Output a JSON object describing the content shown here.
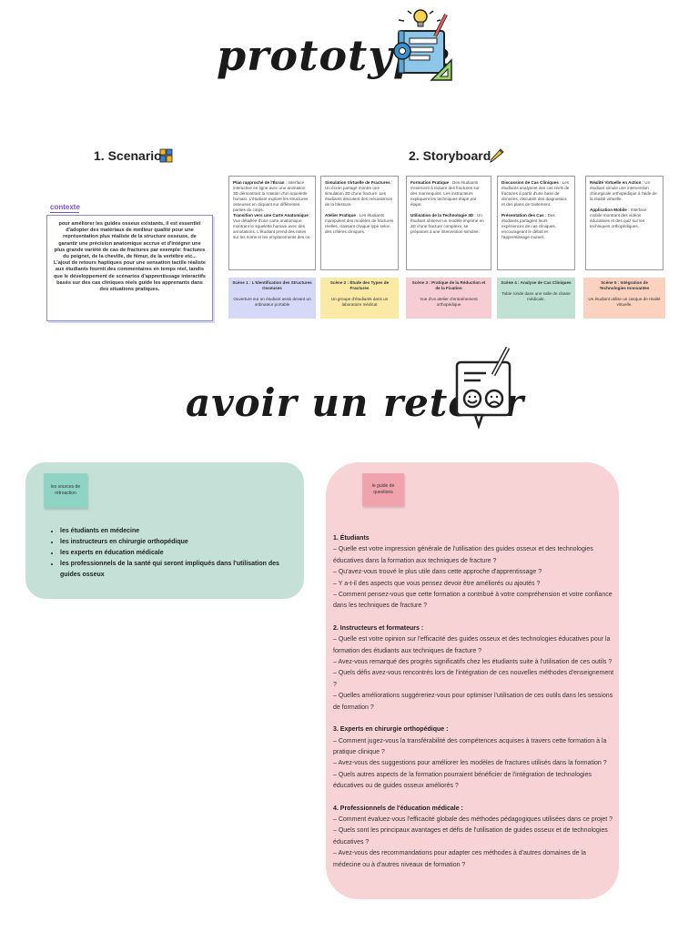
{
  "header": {
    "title": "prototype"
  },
  "scenario": {
    "heading": "1. Scenario",
    "context_label": "contexte",
    "context_p1": "pour améliorer les guides osseux existants, il est essentiel d'adopter des matériaux de meilleur qualité pour une représentation plus réaliste de la structure osseuse, de garantir une précision anatomique accrue et d'intégrer une plus grande variété de cas de fractures par exemple: fractures du poignet, de la cheville, de fémur, de la vertèbre etc...",
    "context_p2": "L'ajout de retours haptiques pour une sensation tactile réaliste aux étudiants fournit des commentaires en temps réel, tandis que le développement de scénarios d'apprentissage interactifs basés sur des cas cliniques réels guide les apprenants dans des situations pratiques."
  },
  "storyboard": {
    "heading": "2. Storyboard",
    "cards": [
      {
        "t1": "Plan rapproché de l'Écran",
        "b1": " : Interface interactive en ligne avec une animation 3D démontrant la rotation d'un squelette humain. L'étudiant explore les structures osseuses en cliquant sur différentes parties du corps.",
        "t2": "Transition vers une Carte Anatomique",
        "b2": " : Vue détaillée d'une carte anatomique montrant le squelette humain avec des annotations. L'étudiant prend des notes sur les noms et les emplacements des os."
      },
      {
        "t1": "Simulation Virtuelle de Fractures",
        "b1": " : Un écran partagé montre une simulation 3D d'une fracture. Les étudiants discutent des mécanismes de la blessure.",
        "t2": "Atelier Pratique",
        "b2": " : Les étudiants manipulent des modèles de fractures réelles, classant chaque type selon des critères cliniques."
      },
      {
        "t1": "Formation Pratique",
        "b1": " : Des étudiants s'exercent à réduire des fractures sur des mannequins. Les instructeurs expliquent les techniques étape par étape.",
        "t2": "Utilisation de la Technologie 3D",
        "b2": " : Un étudiant observe un modèle imprimé en 3D d'une fracture complexe, se préparant à une intervention simulée."
      },
      {
        "t1": "Discussion de Cas Cliniques",
        "b1": " : Les étudiants analysent des cas réels de fractures à partir d'une base de données, discutant des diagnostics et des plans de traitement.",
        "t2": "Présentation des Cas",
        "b2": " : Des étudiants partagent leurs expériences de cas cliniques, encourageant le débat et l'apprentissage mutuel."
      },
      {
        "t1": "Réalité Virtuelle en Action",
        "b1": " : Un étudiant simule une intervention chirurgicale orthopédique à l'aide de la réalité virtuelle.",
        "t2": "Application Mobile",
        "b2": " : Interface mobile montrant des vidéos éducatives et des quiz sur les techniques orthopédiques."
      }
    ],
    "scenes": [
      {
        "title": "Scène 1 : L'Identification des Structures Osseuses",
        "body": "Ouverture sur un étudiant assis devant un ordinateur portable",
        "color": "#d5d9f7"
      },
      {
        "title": "Scène 2 : Étude des Types de Fractures",
        "body": "Un groupe d'étudiants dans un laboratoire médical",
        "color": "#fbeaa6"
      },
      {
        "title": "Scène 3 : Pratique de la Réduction et de la Fixation",
        "body": "Vue d'un atelier d'entraînement orthopédique",
        "color": "#f6cdd2"
      },
      {
        "title": "Scène 4 : Analyse de Cas Cliniques",
        "body": "Table ronde dans une salle de classe médicale.",
        "color": "#bfe2d5"
      },
      {
        "title": "Scène 5 : Intégration de Technologies Innovantes",
        "body": "Un étudiant utilise un casque de réalité virtuelle.",
        "color": "#fbd2bf"
      }
    ]
  },
  "feedback": {
    "title": "avoir un retour",
    "sources_label": "les sources de rétroaction",
    "sources": [
      "les étudiants en médecine",
      "les instructeurs en chirurgie orthopédique",
      "les experts en éducation médicale",
      "les professionnels de la santé qui seront impliqués dans l'utilisation des guides osseux"
    ],
    "guide_label": "le guide de questions",
    "guide": [
      {
        "h": "1. Étudiants",
        "q": [
          "    – Quelle est votre impression générale de l'utilisation des guides osseux et des technologies éducatives dans la formation aux techniques de fracture ?",
          "    – Qu'avez-vous trouvé le plus utile dans cette approche d'apprentissage ?",
          "    – Y a-t-il des aspects que vous pensez devoir être améliorés ou ajoutés ?",
          "    – Comment pensez-vous que cette formation a contribué à votre compréhension et votre confiance dans les techniques de fracture ?"
        ]
      },
      {
        "h": "2. Instructeurs et formateurs :",
        "q": [
          "    – Quelle est votre opinion sur l'efficacité des guides osseux et des technologies éducatives pour la formation des étudiants aux techniques de fracture ?",
          "    – Avez-vous remarqué des progrès significatifs chez les étudiants suite à l'utilisation de ces outils ?",
          "    – Quels défis avez-vous rencontrés lors de l'intégration de ces nouvelles méthodes d'enseignement ?",
          "    – Quelles améliorations suggéreriez-vous pour optimiser l'utilisation de ces outils dans les sessions de formation ?"
        ]
      },
      {
        "h": "3. Experts en chirurgie orthopédique :",
        "q": [
          "    – Comment jugez-vous la transférabilité des compétences acquises à travers cette formation à la pratique clinique ?",
          "    – Avez-vous des suggestions pour améliorer les modèles de fractures utilisés dans la formation ?",
          "    – Quels autres aspects de la formation pourraient bénéficier de l'intégration de technologies éducatives ou de guides osseux améliorés ?"
        ]
      },
      {
        "h": "4. Professionnels de l'éducation médicale :",
        "q": [
          "    – Comment évaluez-vous l'efficacité globale des méthodes pédagogiques utilisées dans ce projet ?",
          "    – Quels sont les principaux avantages et défis de l'utilisation de guides osseux et de technologies éducatives ?",
          "    – Avez-vous des recommandations pour adapter ces méthodes à d'autres domaines de la médecine ou à d'autres niveaux de formation ?"
        ]
      }
    ]
  },
  "colors": {
    "context_label": "#7b52c9",
    "sources_panel": "#c4e0d7",
    "sources_sticky": "#8ed3c4",
    "guide_panel": "#f8d3d6",
    "guide_sticky": "#f1a3ad"
  },
  "icons": [
    "prototype-blueprint-icon",
    "puzzle-icon",
    "pencil-icon",
    "feedback-faces-icon"
  ]
}
